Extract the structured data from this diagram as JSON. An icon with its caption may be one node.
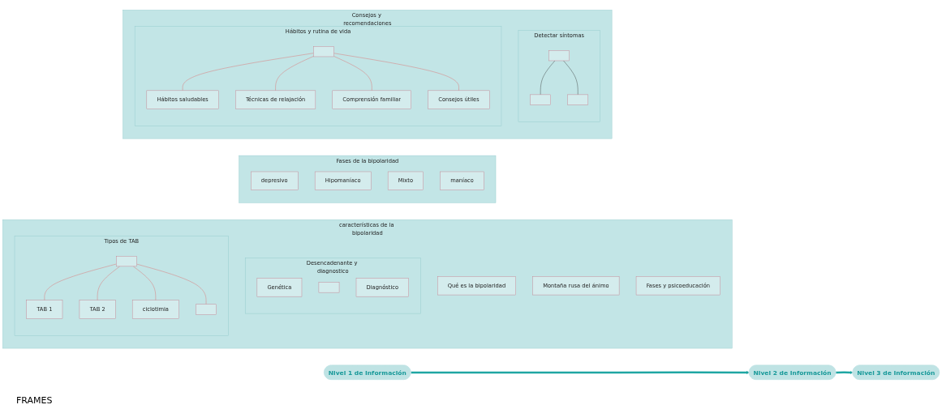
{
  "diagram": {
    "nodes": [
      {
        "text": [
          "Nivel 1 de Información"
        ]
      },
      {
        "text": [
          "Nivel 2 de Información"
        ]
      },
      {
        "text": [
          "Nivel 3 de Información"
        ]
      },
      {
        "text": [
          "características de la bipolaridad"
        ]
      },
      {
        "text": [
          "Qué es la bipolaridad"
        ],
        "in": 3
      },
      {
        "text": [
          "Montaña rusa del ánimo"
        ],
        "in": 3
      },
      {
        "text": [
          "Desencadenante y diagnostico"
        ],
        "in": 3
      },
      {
        "text": [
          "Genética"
        ],
        "in": 6
      },
      {
        "text": [],
        "shape": "box",
        "in": 6
      },
      {
        "text": [
          "Diagnóstico"
        ],
        "in": 6
      },
      {
        "text": [
          "Tipos de TAB"
        ],
        "in": 3
      },
      {
        "text": [],
        "shape": "box",
        "in": 10
      },
      {
        "text": [
          "TAB 1"
        ],
        "in": 10
      },
      {
        "text": [
          "TAB 2"
        ],
        "in": 10
      },
      {
        "text": [
          "ciclotimia"
        ],
        "in": 10
      },
      {
        "text": [],
        "shape": "box",
        "in": 10
      },
      {
        "text": [
          "Fases y psicoeducación"
        ],
        "in": 3
      },
      {
        "text": [
          "Fases de la bipolaridad"
        ]
      },
      {
        "text": [
          "depresivo"
        ],
        "in": 17
      },
      {
        "text": [
          "Hipomaníaco"
        ],
        "in": 17
      },
      {
        "text": [
          "Mixto"
        ],
        "in": 17
      },
      {
        "text": [
          "maníaco"
        ],
        "in": 17
      },
      {
        "text": [
          "Consejos y recomendaciones"
        ]
      },
      {
        "text": [
          "Detectar síntomas"
        ],
        "in": 22
      },
      {
        "text": [],
        "shape": "box",
        "in": 23
      },
      {
        "text": [],
        "shape": "box",
        "in": 23
      },
      {
        "text": [],
        "shape": "box",
        "in": 23
      },
      {
        "text": [
          "Hábitos y rutina de vida"
        ],
        "in": 22
      },
      {
        "text": [],
        "shape": "box",
        "in": 27
      },
      {
        "text": [
          "Hábitos saludables"
        ],
        "in": 27
      },
      {
        "text": [
          "Técnicas de relajación"
        ],
        "in": 27
      },
      {
        "text": [
          "Comprensión familiar"
        ],
        "in": 27
      },
      {
        "text": [
          "Consejos útiles"
        ],
        "in": 27
      }
    ],
    "edges": [
      {
        "from": 0,
        "to": 1,
        "arrow": "to",
        "style": "thick",
        "color": "#1fa6a3"
      },
      {
        "from": 1,
        "to": 2,
        "arrow": "to",
        "style": "thick",
        "color": "#1fa6a3"
      },
      {
        "from": 11,
        "to": 12,
        "arrow": "none"
      },
      {
        "from": 11,
        "to": 13,
        "arrow": "none"
      },
      {
        "from": 11,
        "to": 14,
        "arrow": "none"
      },
      {
        "from": 11,
        "to": 15,
        "arrow": "none"
      },
      {
        "from": 24,
        "to": 25,
        "arrow": "none",
        "color": "#333333"
      },
      {
        "from": 24,
        "to": 26,
        "arrow": "none",
        "color": "#333333"
      },
      {
        "from": 28,
        "to": 29,
        "arrow": "none"
      },
      {
        "from": 28,
        "to": 30,
        "arrow": "none"
      },
      {
        "from": 28,
        "to": 31,
        "arrow": "none"
      },
      {
        "from": 28,
        "to": 32,
        "arrow": "none"
      }
    ],
    "labels": [
      "FRAMES"
    ]
  }
}
